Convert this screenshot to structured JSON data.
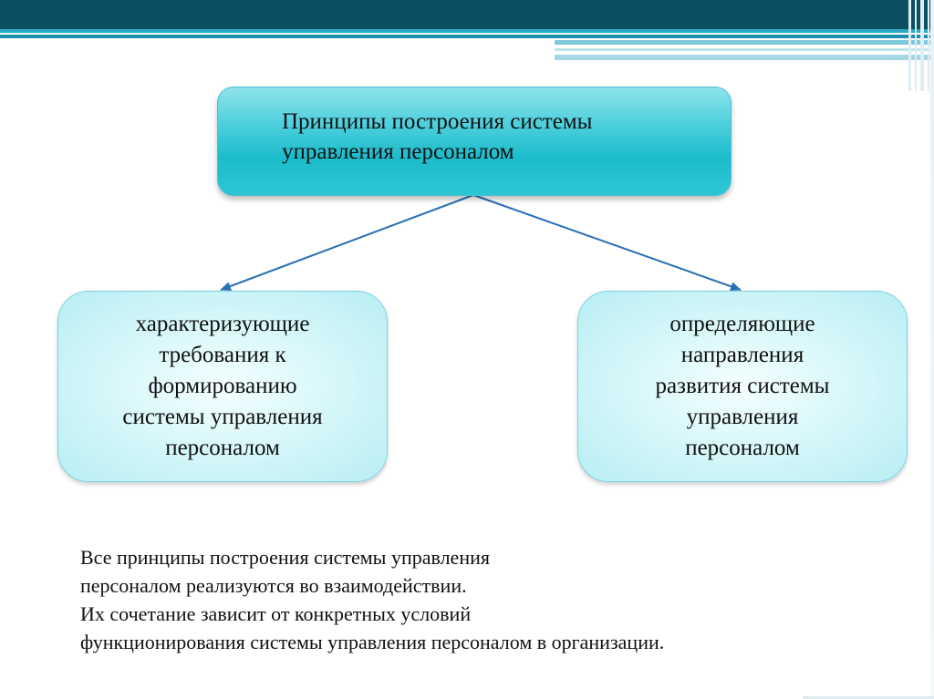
{
  "diagram": {
    "root": {
      "lines": [
        "Принципы построения системы",
        "управления персоналом"
      ]
    },
    "left": {
      "lines": [
        "характеризующие",
        "требования к",
        "формированию",
        "системы управления",
        "персоналом"
      ]
    },
    "right": {
      "lines": [
        "определяющие",
        "направления",
        "развития системы",
        "управления",
        "персоналом"
      ]
    },
    "edges": [
      {
        "from": "root",
        "to": "left"
      },
      {
        "from": "root",
        "to": "right"
      }
    ]
  },
  "note": {
    "lines": [
      "Все принципы построения системы управления",
      "персоналом реализуются во взаимодействии.",
      "Их сочетание зависит от конкретных условий",
      "функционирования системы управления персоналом в организации."
    ]
  },
  "colors": {
    "header_dark": "#0b4f63",
    "header_accent": "#2aa8c6",
    "arrow": "#2a6fb5",
    "root_fill": "#2ec6d4",
    "side_fill": "#d3f6f9"
  }
}
